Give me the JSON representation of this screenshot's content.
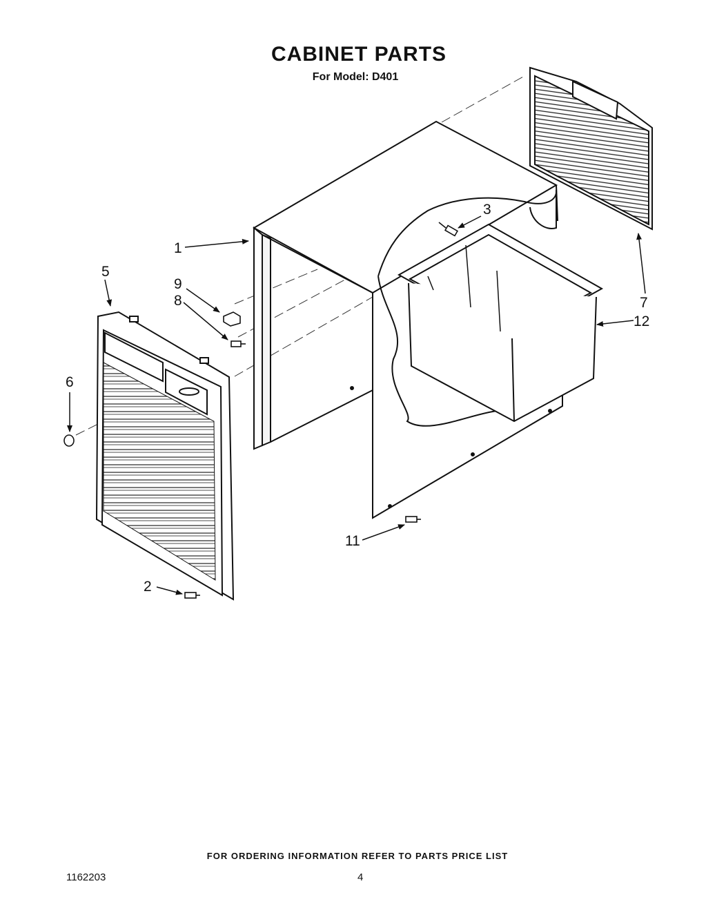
{
  "header": {
    "title": "CABINET PARTS",
    "subtitle": "For Model: D401"
  },
  "callouts": {
    "c1": "1",
    "c2": "2",
    "c3": "3",
    "c5": "5",
    "c6": "6",
    "c7": "7",
    "c8": "8",
    "c9": "9",
    "c11": "11",
    "c12": "12"
  },
  "footer": {
    "note": "FOR ORDERING INFORMATION REFER TO PARTS PRICE LIST",
    "doc_number": "1162203",
    "page_number": "4"
  }
}
